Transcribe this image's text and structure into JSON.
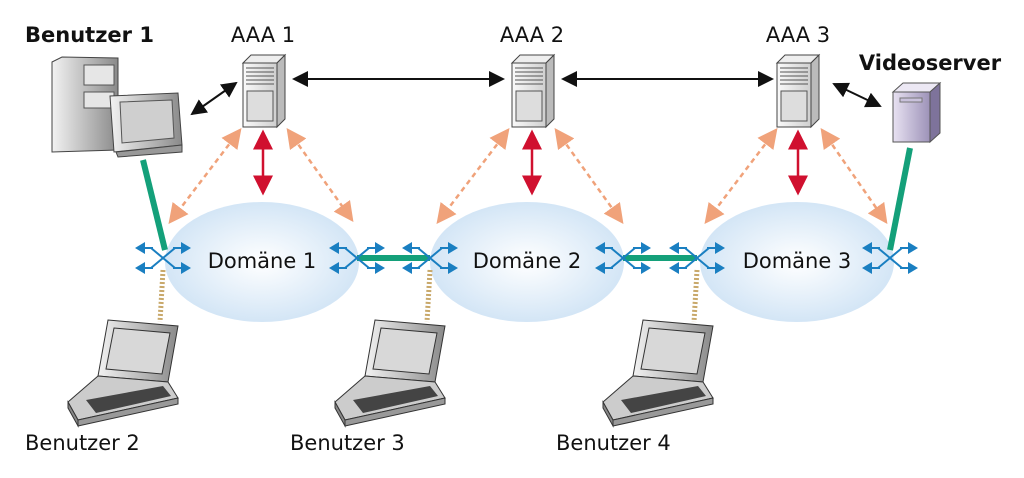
{
  "nodes": {
    "user1": "Benutzer 1",
    "aaa1": "AAA 1",
    "aaa2": "AAA 2",
    "aaa3": "AAA 3",
    "videoserver": "Videoserver",
    "user2": "Benutzer 2",
    "user3": "Benutzer 3",
    "user4": "Benutzer 4"
  },
  "domains": [
    "Domäne 1",
    "Domäne 2",
    "Domäne 3"
  ],
  "colors": {
    "domain_fill": "#d6e8f7",
    "router": "#1a7fc1",
    "link_green": "#14a07a",
    "signal_red": "#d0102f",
    "dashed_orange": "#f0a27a",
    "wireless_tan": "#c8a86a",
    "black_arrow": "#111111"
  }
}
